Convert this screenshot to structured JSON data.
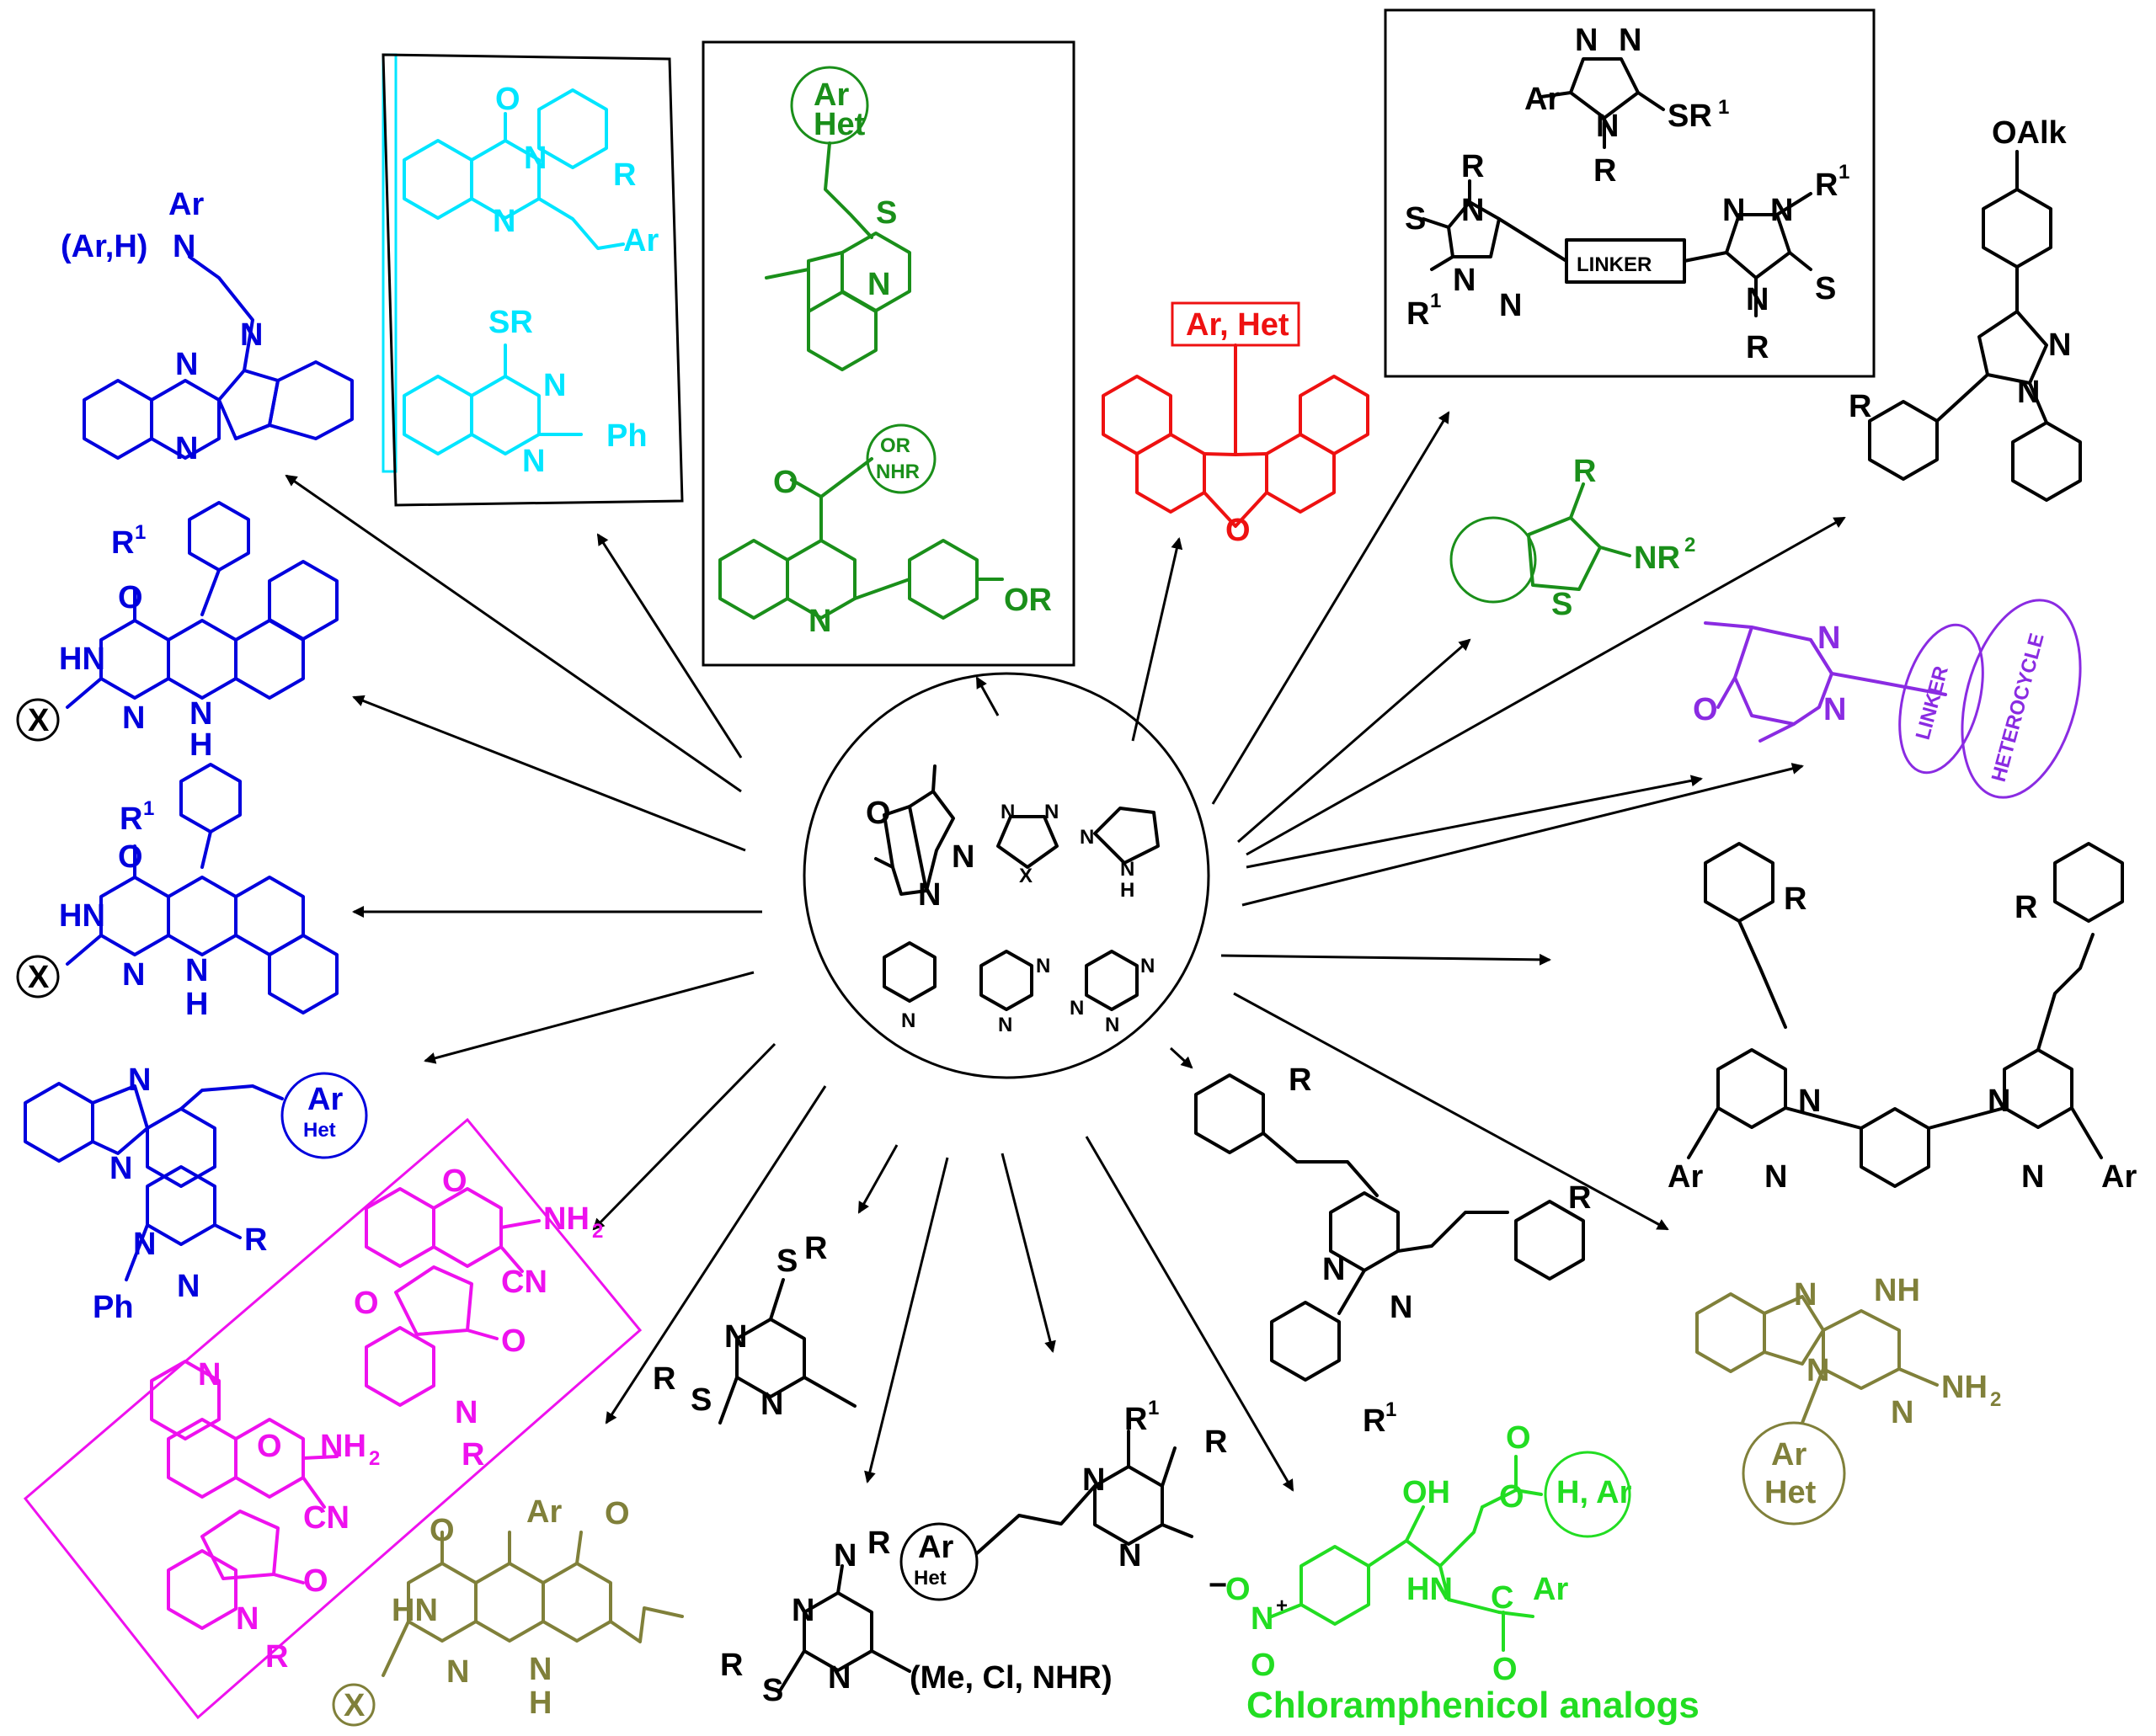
{
  "colors": {
    "blue": "#0000dd",
    "cyan": "#00e5ff",
    "green": "#1a8f1a",
    "red": "#ee1111",
    "purple": "#8a2be2",
    "magenta": "#ee11ee",
    "olive": "#80803a",
    "lime": "#22dd22",
    "black": "#000000"
  },
  "center_core": {
    "quinuclidine": {
      "o": "O",
      "n1": "N",
      "n2": "N"
    },
    "azole": {
      "n1": "N",
      "n2": "N",
      "x": "X"
    },
    "pyrazole": {
      "n": "N",
      "nh": "N",
      "h": "H"
    },
    "pyridine": {
      "n": "N"
    },
    "pyrimidine": {
      "n1": "N",
      "n2": "N"
    },
    "triazine": {
      "n1": "N",
      "n2": "N",
      "n3": "N"
    }
  },
  "indoloquinoxaline": {
    "ar": "Ar",
    "arh": "(Ar,H)",
    "n_amine": "N",
    "n1": "N",
    "n2": "N",
    "n3": "N"
  },
  "quinazolinone": {
    "o": "O",
    "n3": "N",
    "n1": "N",
    "r": "R",
    "ar": "Ar"
  },
  "thioquinazoline": {
    "sr": "SR",
    "n1": "N",
    "n2": "N",
    "ph": "Ph"
  },
  "thioquinoline": {
    "ar": "Ar",
    "het": "Het",
    "s": "S",
    "n": "N"
  },
  "quinoline_amide": {
    "o": "O",
    "or_nhr_1": "OR",
    "or_nhr_2": "NHR",
    "n": "N",
    "or": "OR"
  },
  "xanthene": {
    "label": "Ar, Het",
    "o": "O"
  },
  "triazole_thiol": {
    "ar": "Ar",
    "n1": "N",
    "n2": "N",
    "n4": "N",
    "sr": "SR",
    "sup1": "1",
    "r": "R"
  },
  "bis_triazole": {
    "s_left": "S",
    "r_top": "R",
    "n1": "N",
    "n2": "N",
    "n3": "N",
    "r1_left": "R",
    "sup_left": "1",
    "linker": "LINKER",
    "n4": "N",
    "n5": "N",
    "n6": "N",
    "r1_right": "R",
    "sup_right": "1",
    "s_right": "S",
    "r_bottom": "R"
  },
  "thiophene": {
    "r": "R",
    "nr2": "NR",
    "sup2": "2",
    "s": "S"
  },
  "pyrazoline": {
    "oalk": "OAlk",
    "n1": "N",
    "n2": "N",
    "r": "R"
  },
  "purple_cage": {
    "o": "O",
    "n1": "N",
    "n2": "N",
    "linker": "LINKER",
    "heterocycle": "HETEROCYCLE"
  },
  "pyrimidopyrimidine_1": {
    "r1": "R",
    "sup1": "1",
    "o": "O",
    "hn": "HN",
    "n": "N",
    "nh": "N",
    "h": "H",
    "x": "X"
  },
  "pyrimidopyrimidine_2": {
    "r1": "R",
    "sup1": "1",
    "o": "O",
    "hn": "HN",
    "n": "N",
    "nh": "N",
    "h": "H",
    "x": "X"
  },
  "benzimidazopyrimidine": {
    "n1": "N",
    "n2": "N",
    "n3": "N",
    "n4": "N",
    "ar": "Ar",
    "het": "Het",
    "r": "R",
    "ph": "Ph"
  },
  "spiro_box": {
    "top": {
      "o": "O",
      "nh2": "NH",
      "sub2": "2",
      "o2": "O",
      "cn": "CN",
      "n": "N",
      "o3": "O",
      "r": "R"
    },
    "bottom": {
      "n_q": "N",
      "o": "O",
      "nh2": "NH",
      "sub2": "2",
      "cn": "CN",
      "n": "N",
      "o2": "O",
      "r": "R"
    }
  },
  "dithio_pyrimidine": {
    "s1": "S",
    "r1": "R",
    "n1": "N",
    "n2": "N",
    "r2": "R",
    "s2": "S"
  },
  "vinylpyrimidine": {
    "r1": "R",
    "sup1": "1",
    "r": "R",
    "n1": "N",
    "n2": "N",
    "ar": "Ar",
    "het": "Het"
  },
  "aminopyrimidine": {
    "n": "N",
    "r": "R",
    "n1": "N",
    "n2": "N",
    "r2": "R",
    "s": "S",
    "sub": "(Me, Cl, NHR)"
  },
  "styrylpyrimidine": {
    "r": "R",
    "n1": "N",
    "n2": "N",
    "r2": "R",
    "r3": "R",
    "sup1": "1"
  },
  "chloramphenicol": {
    "oh": "OH",
    "o1": "O",
    "o2": "O",
    "hnc": "HN",
    "c": "C",
    "ar": "Ar",
    "o3": "O",
    "h_ar": "H, Ar",
    "minus": "−",
    "o_n": "O",
    "n": "N",
    "plus": "+",
    "o4": "O",
    "caption": "Chloramphenicol analogs"
  },
  "bis_styrylpyrimidine": {
    "r_left": "R",
    "r_right": "R",
    "n1": "N",
    "n2": "N",
    "n3": "N",
    "n4": "N",
    "ar_left": "Ar",
    "ar_right": "Ar"
  },
  "benzimidazotriazine": {
    "n1": "N",
    "nh": "NH",
    "n2": "N",
    "n3": "N",
    "nh2": "NH",
    "sub2": "2",
    "ar": "Ar",
    "het": "Het"
  },
  "acridinedione": {
    "ar": "Ar",
    "o1": "O",
    "o2": "O",
    "hn": "HN",
    "n": "N",
    "nh": "N",
    "h": "H",
    "x": "X"
  }
}
